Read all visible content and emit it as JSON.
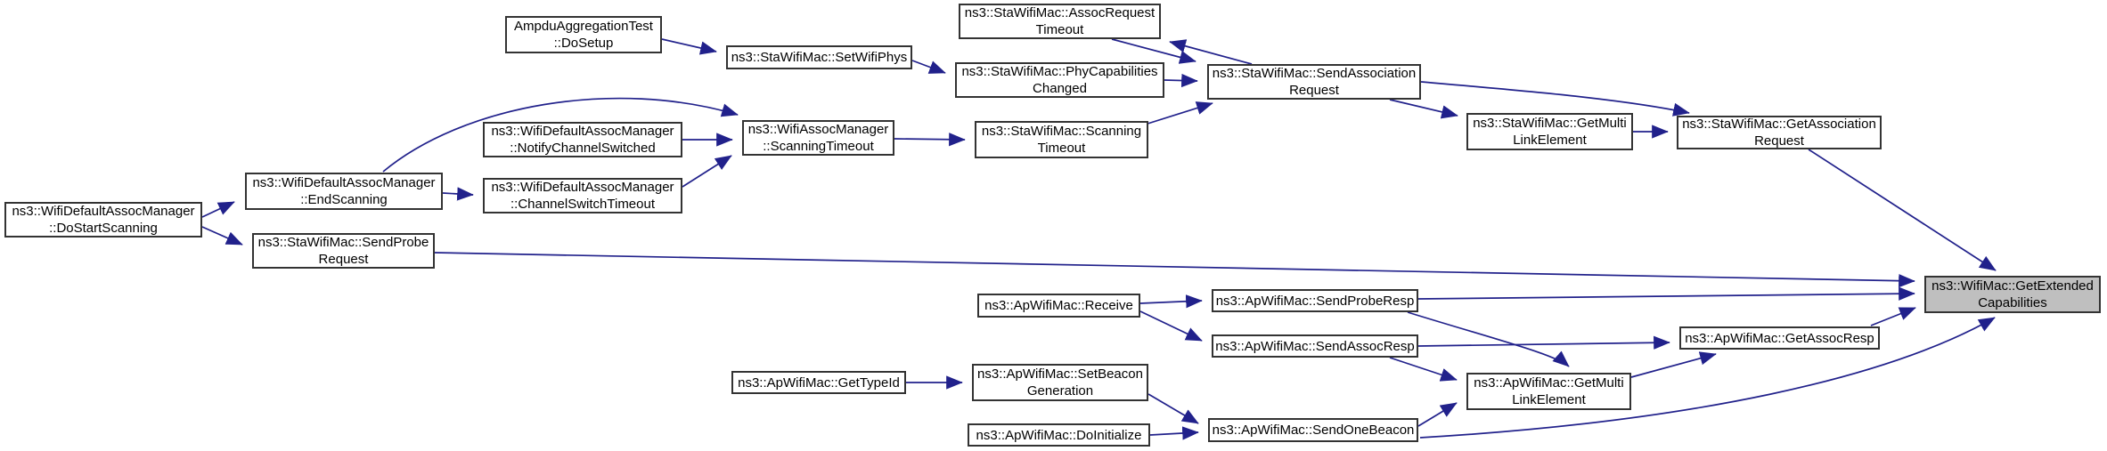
{
  "diagram": {
    "type": "doxygen-call-graph",
    "description": "Callers graph for ns3::WifiMac::GetExtendedCapabilities",
    "target_function": "ns3::WifiMac::GetExtendedCapabilities",
    "colors": {
      "background": "#ffffff",
      "node_fill": "#ffffff",
      "node_border": "#333333",
      "highlight_fill": "#bfbfbf",
      "edge": "#21218b",
      "text": "#000000"
    }
  },
  "nodes": {
    "doSetup": {
      "label": "AmpduAggregationTest\n::DoSetup"
    },
    "setWifiPhys": {
      "label": "ns3::StaWifiMac::SetWifiPhys"
    },
    "staAssocRequestTimeout": {
      "label": "ns3::StaWifiMac::AssocRequest\nTimeout"
    },
    "staPhyCapabilitiesChanged": {
      "label": "ns3::StaWifiMac::PhyCapabilities\nChanged"
    },
    "staSendAssociationRequest": {
      "label": "ns3::StaWifiMac::SendAssociation\nRequest"
    },
    "staGetMultiLinkElement": {
      "label": "ns3::StaWifiMac::GetMulti\nLinkElement"
    },
    "staGetAssociationRequest": {
      "label": "ns3::StaWifiMac::GetAssociation\nRequest"
    },
    "notifyChannelSwitched": {
      "label": "ns3::WifiDefaultAssocManager\n::NotifyChannelSwitched"
    },
    "wamScanningTimeout": {
      "label": "ns3::WifiAssocManager\n::ScanningTimeout"
    },
    "staScanningTimeout": {
      "label": "ns3::StaWifiMac::Scanning\nTimeout"
    },
    "endScanning": {
      "label": "ns3::WifiDefaultAssocManager\n::EndScanning"
    },
    "channelSwitchTimeout": {
      "label": "ns3::WifiDefaultAssocManager\n::ChannelSwitchTimeout"
    },
    "doStartScanning": {
      "label": "ns3::WifiDefaultAssocManager\n::DoStartScanning"
    },
    "sendProbeRequest": {
      "label": "ns3::StaWifiMac::SendProbe\nRequest"
    },
    "apReceive": {
      "label": "ns3::ApWifiMac::Receive"
    },
    "apSendProbeResp": {
      "label": "ns3::ApWifiMac::SendProbeResp"
    },
    "apSendAssocResp": {
      "label": "ns3::ApWifiMac::SendAssocResp"
    },
    "apGetTypeId": {
      "label": "ns3::ApWifiMac::GetTypeId"
    },
    "apSetBeaconGeneration": {
      "label": "ns3::ApWifiMac::SetBeacon\nGeneration"
    },
    "apDoInitialize": {
      "label": "ns3::ApWifiMac::DoInitialize"
    },
    "apSendOneBeacon": {
      "label": "ns3::ApWifiMac::SendOneBeacon"
    },
    "apGetMultiLinkElement": {
      "label": "ns3::ApWifiMac::GetMulti\nLinkElement"
    },
    "apGetAssocResp": {
      "label": "ns3::ApWifiMac::GetAssocResp"
    },
    "getExtendedCapabilities": {
      "label": "ns3::WifiMac::GetExtended\nCapabilities"
    }
  },
  "edges": [
    {
      "from": "doStartScanning",
      "to": "endScanning"
    },
    {
      "from": "doStartScanning",
      "to": "sendProbeRequest"
    },
    {
      "from": "endScanning",
      "to": "channelSwitchTimeout"
    },
    {
      "from": "endScanning",
      "to": "wamScanningTimeout"
    },
    {
      "from": "notifyChannelSwitched",
      "to": "wamScanningTimeout"
    },
    {
      "from": "channelSwitchTimeout",
      "to": "wamScanningTimeout"
    },
    {
      "from": "doSetup",
      "to": "setWifiPhys"
    },
    {
      "from": "setWifiPhys",
      "to": "staPhyCapabilitiesChanged"
    },
    {
      "from": "wamScanningTimeout",
      "to": "staScanningTimeout"
    },
    {
      "from": "staScanningTimeout",
      "to": "staSendAssociationRequest"
    },
    {
      "from": "staPhyCapabilitiesChanged",
      "to": "staSendAssociationRequest"
    },
    {
      "from": "staAssocRequestTimeout",
      "to": "staSendAssociationRequest"
    },
    {
      "from": "staSendAssociationRequest",
      "to": "staAssocRequestTimeout"
    },
    {
      "from": "staSendAssociationRequest",
      "to": "staGetMultiLinkElement"
    },
    {
      "from": "staSendAssociationRequest",
      "to": "staGetAssociationRequest"
    },
    {
      "from": "staGetMultiLinkElement",
      "to": "staGetAssociationRequest"
    },
    {
      "from": "staGetAssociationRequest",
      "to": "getExtendedCapabilities"
    },
    {
      "from": "sendProbeRequest",
      "to": "getExtendedCapabilities"
    },
    {
      "from": "apReceive",
      "to": "apSendProbeResp"
    },
    {
      "from": "apReceive",
      "to": "apSendAssocResp"
    },
    {
      "from": "apSendProbeResp",
      "to": "getExtendedCapabilities"
    },
    {
      "from": "apSendProbeResp",
      "to": "apGetMultiLinkElement"
    },
    {
      "from": "apSendAssocResp",
      "to": "apGetAssocResp"
    },
    {
      "from": "apSendAssocResp",
      "to": "apGetMultiLinkElement"
    },
    {
      "from": "apGetTypeId",
      "to": "apSetBeaconGeneration"
    },
    {
      "from": "apSetBeaconGeneration",
      "to": "apSendOneBeacon"
    },
    {
      "from": "apDoInitialize",
      "to": "apSendOneBeacon"
    },
    {
      "from": "apSendOneBeacon",
      "to": "apGetMultiLinkElement"
    },
    {
      "from": "apSendOneBeacon",
      "to": "getExtendedCapabilities"
    },
    {
      "from": "apGetMultiLinkElement",
      "to": "apGetAssocResp"
    },
    {
      "from": "apGetAssocResp",
      "to": "getExtendedCapabilities"
    }
  ]
}
